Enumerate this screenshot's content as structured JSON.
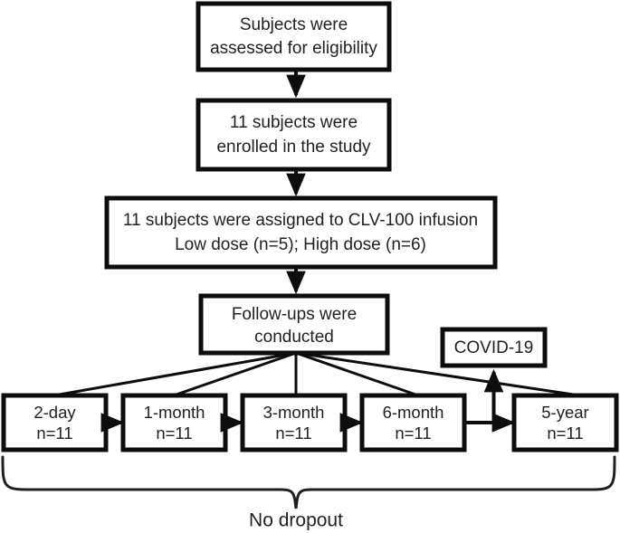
{
  "diagram": {
    "title": "CONSORT-style participant flow diagram",
    "colors": {
      "box_stroke": "#0d0d0d",
      "box_fill": "#ffffff",
      "text": "#231f20",
      "background": "#ffffff"
    },
    "nodes": {
      "eligibility": {
        "line1": "Subjects were",
        "line2": "assessed for eligibility"
      },
      "enrolled": {
        "line1": "11 subjects were",
        "line2": "enrolled in the study"
      },
      "assigned": {
        "line1": "11 subjects were assigned to CLV-100 infusion",
        "line2": "Low dose (n=5); High dose (n=6)"
      },
      "followups": {
        "line1": "Follow-ups were",
        "line2": "conducted"
      },
      "covid": {
        "line1": "COVID-19"
      }
    },
    "timepoints": [
      {
        "label": "2-day",
        "count": "n=11"
      },
      {
        "label": "1-month",
        "count": "n=11"
      },
      {
        "label": "3-month",
        "count": "n=11"
      },
      {
        "label": "6-month",
        "count": "n=11"
      },
      {
        "label": "5-year",
        "count": "n=11"
      }
    ],
    "footer": {
      "caption": "No dropout"
    }
  }
}
